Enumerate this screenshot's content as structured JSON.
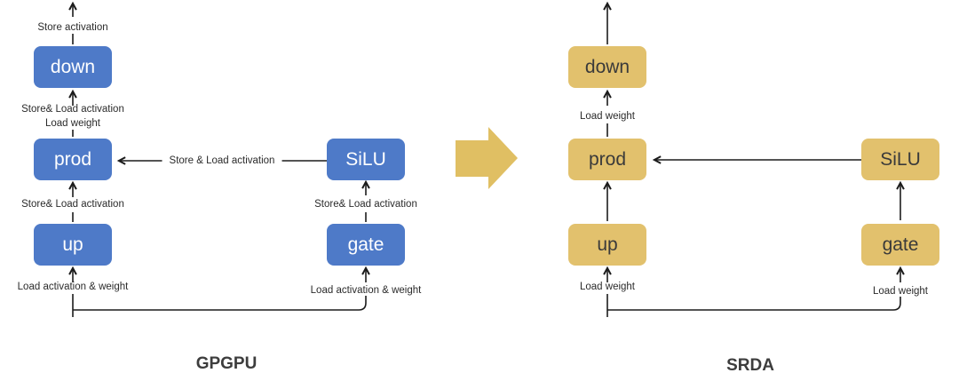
{
  "left": {
    "title": "GPGPU",
    "nodes": {
      "down": "down",
      "prod": "prod",
      "up": "up",
      "silu": "SiLU",
      "gate": "gate"
    },
    "labels": {
      "store_activation_top": "Store activation",
      "prod_to_down_line1": "Store& Load activation",
      "prod_to_down_line2": "Load weight",
      "silu_to_prod": "Store & Load activation",
      "up_to_prod": "Store& Load activation",
      "gate_to_silu": "Store& Load activation",
      "up_input": "Load activation & weight",
      "gate_input": "Load activation & weight"
    }
  },
  "right": {
    "title": "SRDA",
    "nodes": {
      "down": "down",
      "prod": "prod",
      "up": "up",
      "silu": "SiLU",
      "gate": "gate"
    },
    "labels": {
      "prod_to_down": "Load weight",
      "up_input": "Load weight",
      "gate_input": "Load weight"
    }
  },
  "colors": {
    "gpgpu_box": "#4e7ac8",
    "gpgpu_box_text": "#ffffff",
    "srda_box": "#e2c16d",
    "srda_box_text": "#3a3a3a",
    "transform_arrow": "#e0bf63",
    "line": "#1c1c1c",
    "label_text": "#2b2b2b",
    "title_text": "#3d3d3d"
  }
}
